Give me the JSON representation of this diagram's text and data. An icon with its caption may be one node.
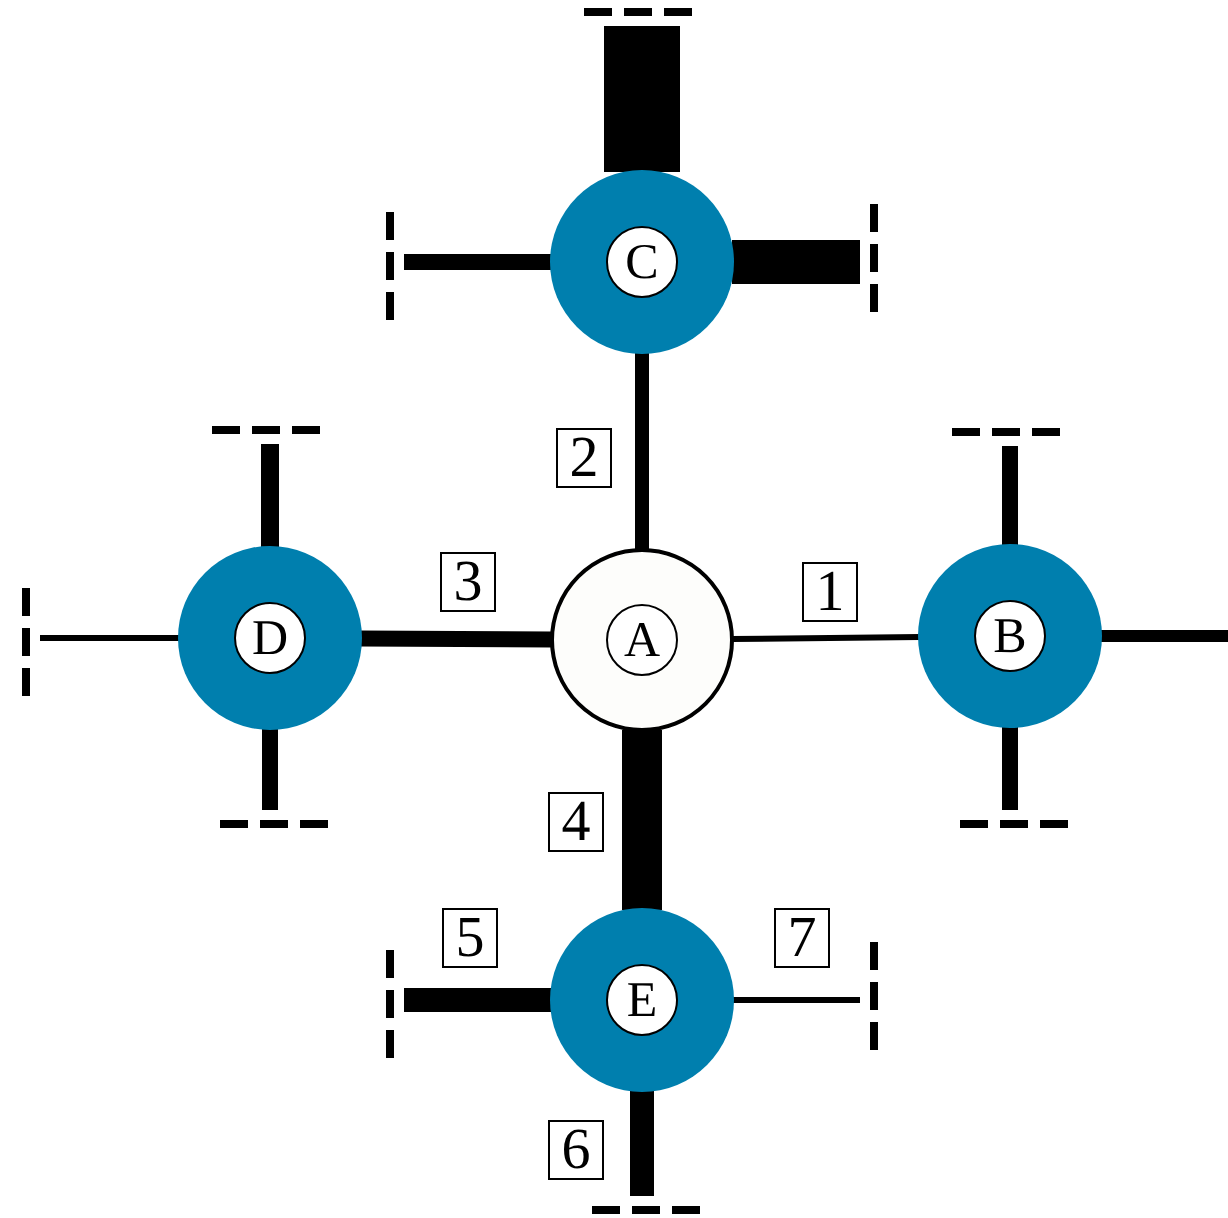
{
  "diagram": {
    "nodes": [
      {
        "text": [
          "C"
        ]
      },
      {
        "text": [
          "D"
        ]
      },
      {
        "text": [
          "A"
        ]
      },
      {
        "text": [
          "B"
        ]
      },
      {
        "text": [
          "E"
        ]
      }
    ],
    "edges": [
      {
        "from": 2,
        "to": 3,
        "arrow": "none",
        "label": "1"
      },
      {
        "from": 2,
        "to": 0,
        "arrow": "none",
        "label": "2"
      },
      {
        "from": 2,
        "to": 1,
        "arrow": "none",
        "label": "3"
      },
      {
        "from": 2,
        "to": 4,
        "arrow": "none",
        "label": "4",
        "style": "thick"
      },
      {
        "from": 0,
        "to": null,
        "arrow": "other",
        "style": "thick"
      },
      {
        "from": 0,
        "to": null,
        "arrow": "other"
      },
      {
        "from": 0,
        "to": null,
        "arrow": "other",
        "style": "thick"
      },
      {
        "from": 1,
        "to": null,
        "arrow": "other"
      },
      {
        "from": 1,
        "to": null,
        "arrow": "other"
      },
      {
        "from": 1,
        "to": null,
        "arrow": "other"
      },
      {
        "from": 3,
        "to": null,
        "arrow": "other"
      },
      {
        "from": 3,
        "to": null,
        "arrow": "other"
      },
      {
        "from": 3,
        "to": null,
        "arrow": "none"
      },
      {
        "from": 4,
        "to": null,
        "arrow": "other",
        "label": "5"
      },
      {
        "from": 4,
        "to": null,
        "arrow": "other",
        "label": "6"
      },
      {
        "from": 4,
        "to": null,
        "arrow": "other",
        "label": "7"
      }
    ]
  }
}
